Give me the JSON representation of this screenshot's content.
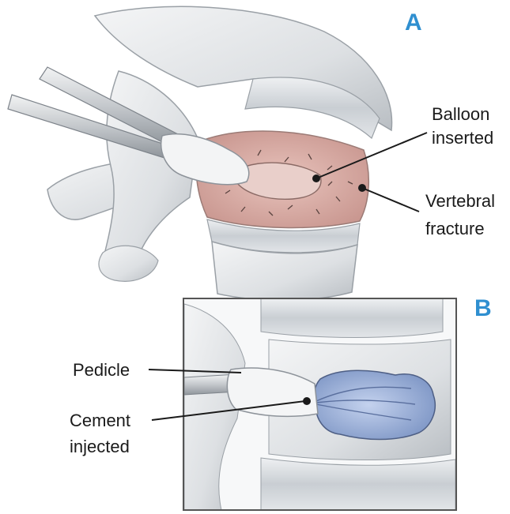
{
  "panel_a": {
    "letter": "A",
    "labels": {
      "balloon_line1": "Balloon",
      "balloon_line2": "inserted",
      "fracture_line1": "Vertebral",
      "fracture_line2": "fracture"
    }
  },
  "panel_b": {
    "letter": "B",
    "labels": {
      "pedicle": "Pedicle",
      "cement_line1": "Cement",
      "cement_line2": "injected"
    }
  },
  "colors": {
    "panel_letter": "#2f8fd0",
    "bone": "#e4e7ea",
    "bone_shadow": "#aeb3b8",
    "fracture_pink": "#d7aaa3",
    "cement_blue": "#9fb3d8",
    "leader_line": "#1a1a1a"
  }
}
